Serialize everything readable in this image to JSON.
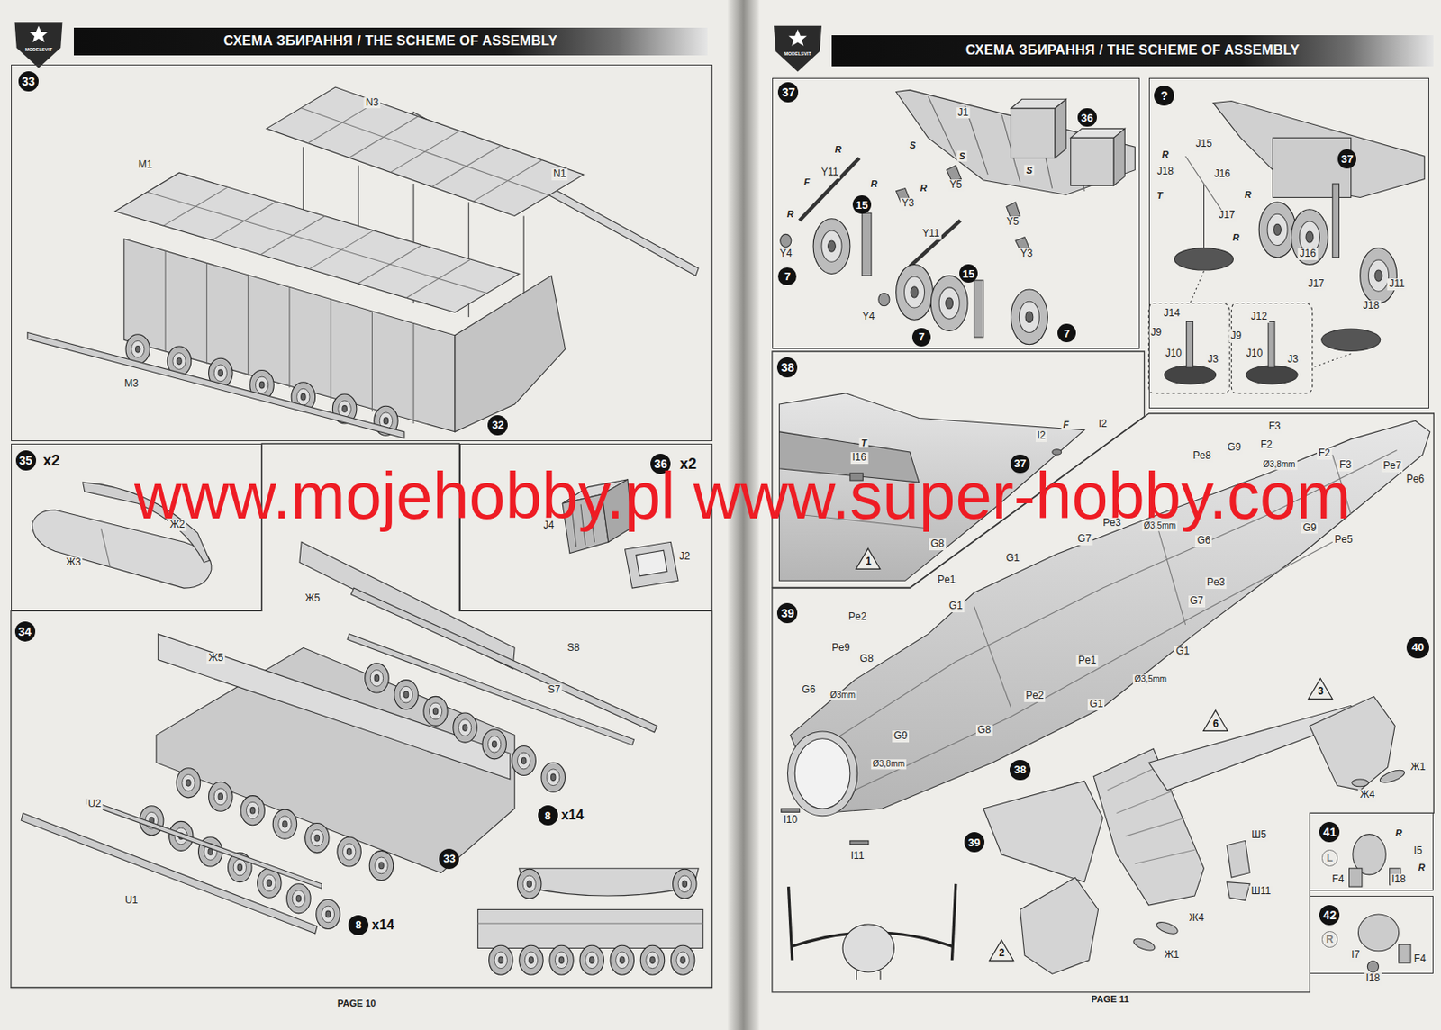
{
  "diagram": {
    "nodes": [
      {
        "text": [
          "СХЕМА ЗБИРАННЯ / THE SCHEME OF ASSEMBLY"
        ]
      },
      {
        "text": [
          "33"
        ]
      },
      {
        "text": [
          "32"
        ],
        "in": 1
      },
      {
        "text": [
          "35",
          "x2"
        ]
      },
      {
        "text": [
          "36",
          "x2"
        ]
      },
      {
        "text": [
          "34"
        ]
      },
      {
        "text": [
          "8",
          "x14"
        ],
        "in": 5
      },
      {
        "text": [
          "8",
          "x14"
        ],
        "in": 5
      },
      {
        "text": [
          "33"
        ],
        "in": 5
      },
      {
        "text": [
          "СХЕМА ЗБИРАННЯ / THE SCHEME OF ASSEMBLY"
        ]
      },
      {
        "text": [
          "37"
        ]
      },
      {
        "text": [
          "36"
        ],
        "in": 10
      },
      {
        "text": [
          "15"
        ],
        "in": 10
      },
      {
        "text": [
          "15"
        ],
        "in": 10
      },
      {
        "text": [
          "7"
        ],
        "in": 10
      },
      {
        "text": [
          "7"
        ],
        "in": 10
      },
      {
        "text": [
          "7"
        ],
        "in": 10
      },
      {
        "text": [
          "?"
        ]
      },
      {
        "text": [
          "37"
        ],
        "in": 17
      },
      {
        "text": [
          "38"
        ]
      },
      {
        "text": [
          "37"
        ],
        "in": 19
      },
      {
        "text": [
          "1"
        ],
        "in": 19
      },
      {
        "text": [
          "39"
        ]
      },
      {
        "text": [
          "38"
        ],
        "in": 22
      },
      {
        "text": [
          "6"
        ],
        "in": 22
      },
      {
        "text": [
          "3"
        ],
        "in": 22
      },
      {
        "text": [
          "39"
        ],
        "in": 22
      },
      {
        "text": [
          "2"
        ],
        "in": 22
      },
      {
        "text": [
          "40"
        ],
        "in": 22
      },
      {
        "text": [
          "41"
        ]
      },
      {
        "text": [
          "L"
        ],
        "in": 29
      },
      {
        "text": [
          "42"
        ]
      },
      {
        "text": [
          "R"
        ],
        "in": 31
      }
    ],
    "labels": [
      "MODELSVIT",
      "N3",
      "M1",
      "N1",
      "M3",
      "Ж2",
      "Ж3",
      "J4",
      "J2",
      "Ж5",
      "S8",
      "Ж5",
      "S7",
      "U2",
      "U1",
      "PAGE 10",
      "MODELSVIT",
      "J1",
      "R",
      "S",
      "Y11",
      "F",
      "R",
      "S",
      "S",
      "R",
      "Y3",
      "Y5",
      "R",
      "Y11",
      "Y5",
      "Y3",
      "Y4",
      "Y4",
      "R",
      "J15",
      "J18",
      "J16",
      "R",
      "T",
      "J17",
      "R",
      "J16",
      "J17",
      "J11",
      "J18",
      "J14",
      "J12",
      "J9",
      "J9",
      "J10",
      "J3",
      "J10",
      "J3",
      "F",
      "I2",
      "I2",
      "T",
      "I16",
      "G8",
      "F3",
      "F2",
      "G9",
      "Pe8",
      "F2",
      "F3",
      "Ø3,8mm",
      "Pe7",
      "Pe6",
      "G9",
      "Pe5",
      "Ø3,5mm",
      "G6",
      "Pe3",
      "G7",
      "G1",
      "Pe1",
      "Pe3",
      "G7",
      "G1",
      "Pe2",
      "Pe9",
      "G8",
      "G1",
      "Pe1",
      "Ø3,5mm",
      "G6",
      "Ø3mm",
      "Pe2",
      "G1",
      "G8",
      "G9",
      "Ø3,8mm",
      "Ж1",
      "Ж4",
      "Ш5",
      "I10",
      "I11",
      "Ш11",
      "Ж4",
      "Ж1",
      "R",
      "I5",
      "R",
      "F4",
      "I18",
      "I7",
      "I18",
      "F4",
      "PAGE 11",
      "www.mojehobby.pl www.super-hobby.com"
    ]
  }
}
